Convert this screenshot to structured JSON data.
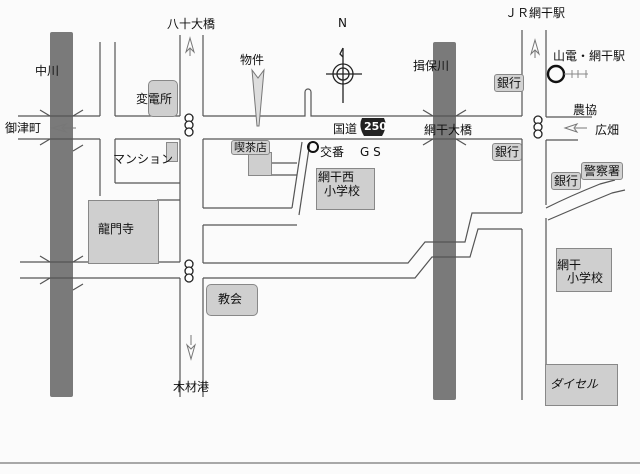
{
  "colors": {
    "river": "#7a7a7a",
    "building": "#cfcfcf",
    "road_line": "#555555"
  },
  "compass": {
    "north_label": "N"
  },
  "rivers": {
    "left": "中川",
    "right": "揖保川"
  },
  "places": {
    "yasodaibashi": "八十大橋",
    "mitsu": "御津町",
    "hensho": "変電所",
    "mansion": "マンション",
    "bukken": "物件",
    "kissaten": "喫茶店",
    "ryumonji": "龍門寺",
    "mokuzaiko": "木材港",
    "kyokai": "教会",
    "kokudo": "国道",
    "route_number": "250",
    "aboshi_ohashi": "網干大橋",
    "koban": "交番",
    "gs": "G S",
    "aboshi_nishi_line1": "網干西",
    "aboshi_nishi_line2": "小学校",
    "jr_station": "ＪＲ網干駅",
    "sanden_station": "山電・網干駅",
    "nokyo": "農協",
    "hirohata": "広畑",
    "bank1": "銀行",
    "bank2": "銀行",
    "bank3": "銀行",
    "police": "警察署",
    "aboshi_sho_line1": "網干",
    "aboshi_sho_line2": "小学校",
    "daicel": "ダイセル"
  }
}
